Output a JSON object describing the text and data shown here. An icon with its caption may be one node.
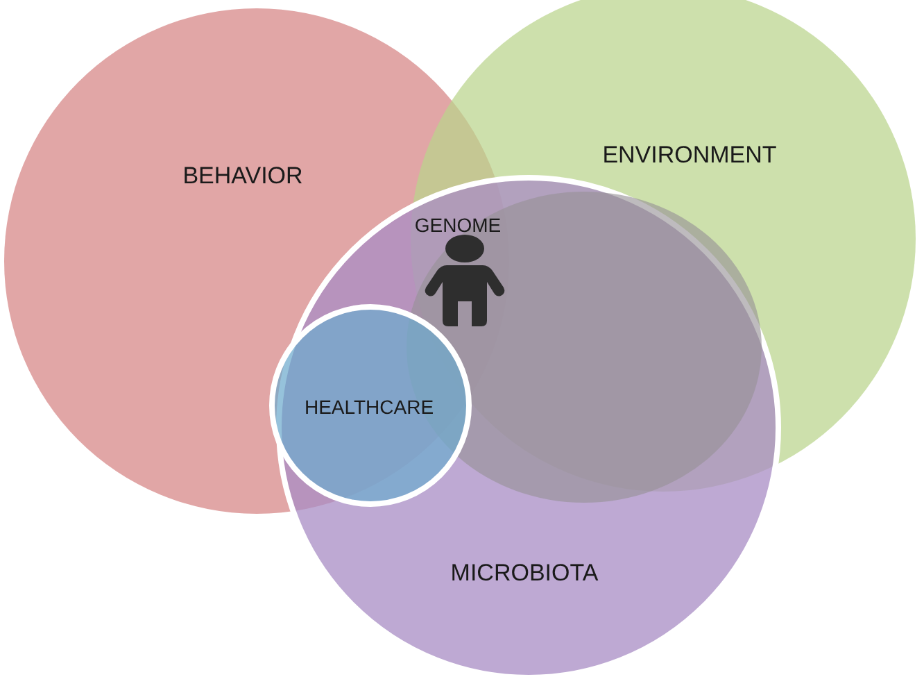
{
  "diagram": {
    "nodes": [
      {
        "text": [
          "BEHAVIOR"
        ]
      },
      {
        "text": [
          "ENVIRONMENT"
        ]
      },
      {
        "text": [
          "MICROBIOTA"
        ]
      },
      {
        "text": [
          "GENOME"
        ]
      },
      {
        "text": [
          "HEALTHCARE"
        ]
      }
    ]
  }
}
